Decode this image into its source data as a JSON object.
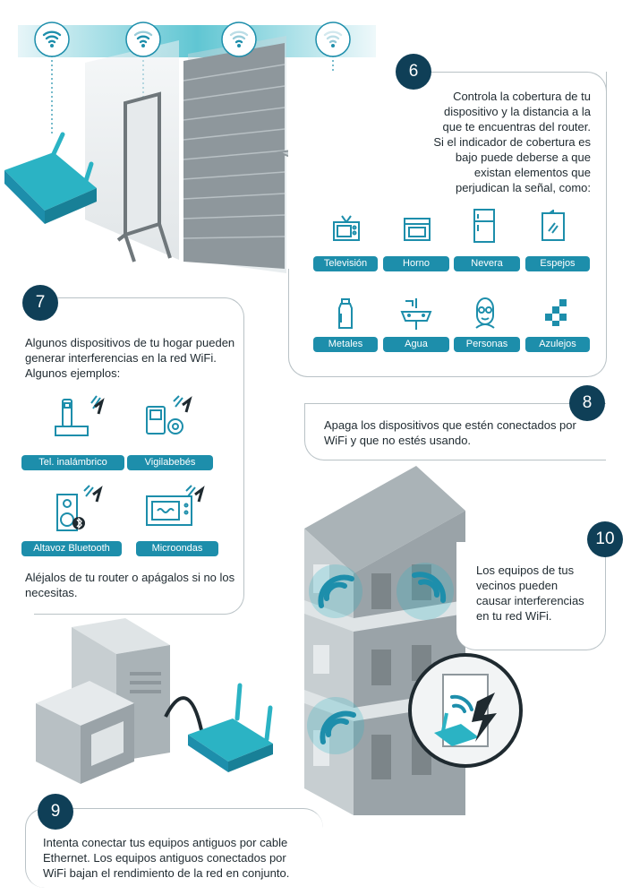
{
  "colors": {
    "accent": "#1d8eab",
    "teal": "#2bb3c4",
    "navy": "#0f3f57",
    "gray": "#9aa3a8",
    "panel_border": "#b9c2c6"
  },
  "steps": {
    "s6": {
      "number": "6",
      "text": "Controla la cobertura de tu dispositivo y la distancia a la que te encuentras del router. Si el indicador de cobertura es bajo puede deberse a que existan elementos que perjudican la señal, como:",
      "items": [
        {
          "label": "Televisión",
          "icon": "tv-icon"
        },
        {
          "label": "Horno",
          "icon": "oven-icon"
        },
        {
          "label": "Nevera",
          "icon": "fridge-icon"
        },
        {
          "label": "Espejos",
          "icon": "mirror-icon"
        },
        {
          "label": "Metales",
          "icon": "metal-bottle-icon"
        },
        {
          "label": "Agua",
          "icon": "sink-icon"
        },
        {
          "label": "Personas",
          "icon": "person-icon"
        },
        {
          "label": "Azulejos",
          "icon": "tiles-icon"
        }
      ]
    },
    "s7": {
      "number": "7",
      "text": "Algunos dispositivos de tu hogar pueden generar interferencias en la red WiFi. Algunos ejemplos:",
      "items": [
        {
          "label": "Tel. inalámbrico",
          "icon": "cordless-phone-icon"
        },
        {
          "label": "Vigilabebés",
          "icon": "baby-monitor-icon"
        },
        {
          "label": "Altavoz Bluetooth",
          "icon": "bluetooth-speaker-icon"
        },
        {
          "label": "Microondas",
          "icon": "microwave-icon"
        }
      ],
      "footer": "Aléjalos de tu router o apágalos si no los necesitas."
    },
    "s8": {
      "number": "8",
      "text": "Apaga los dispositivos que estén conectados por WiFi y que no estés usando."
    },
    "s9": {
      "number": "9",
      "text": "Intenta conectar tus equipos antiguos por cable Ethernet. Los equipos antiguos conectados por WiFi bajan el rendimiento de la red en conjunto."
    },
    "s10": {
      "number": "10",
      "text": "Los equipos de tus vecinos pueden causar interferencias en tu red WiFi."
    }
  }
}
